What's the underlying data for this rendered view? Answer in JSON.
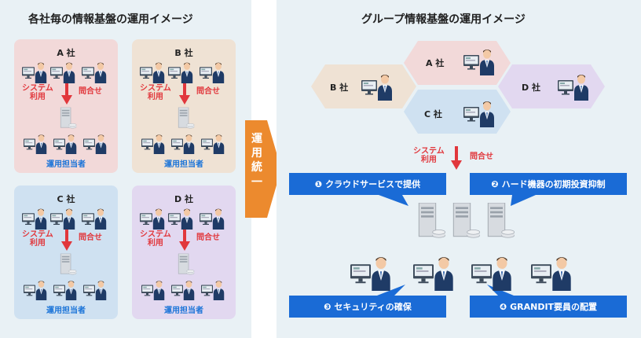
{
  "left": {
    "title": "各社毎の情報基盤の運用イメージ",
    "companies": [
      {
        "label": "A 社",
        "color": "#f2d9d9"
      },
      {
        "label": "B 社",
        "color": "#efe2d4"
      },
      {
        "label": "C 社",
        "color": "#cfe1f1"
      },
      {
        "label": "D 社",
        "color": "#e2d8f0"
      }
    ],
    "system_use_line1": "システム",
    "system_use_line2": "利用",
    "inquiry": "問合せ",
    "staff": "運用担当者"
  },
  "middle": {
    "line1": "運",
    "line2": "用",
    "line3": "統",
    "line4": "一"
  },
  "right": {
    "title": "グループ情報基盤の運用イメージ",
    "hexes": [
      {
        "label": "A 社",
        "color": "#f2d9d9"
      },
      {
        "label": "B 社",
        "color": "#efe2d4"
      },
      {
        "label": "C 社",
        "color": "#cfe1f1"
      },
      {
        "label": "D 社",
        "color": "#e2d8f0"
      }
    ],
    "system_use_line1": "システム",
    "system_use_line2": "利用",
    "inquiry": "問合せ",
    "callouts": [
      {
        "num": "❶",
        "text": "クラウドサービスで提供"
      },
      {
        "num": "❷",
        "text": "ハード機器の初期投資抑制"
      },
      {
        "num": "❸",
        "text": "セキュリティの確保"
      },
      {
        "num": "❹",
        "text": "GRANDIT要員の配置"
      }
    ]
  },
  "colors": {
    "red": "#e1373c",
    "blue": "#1a6bd6",
    "orange": "#ec8a2e",
    "panel": "#e9f1f5"
  }
}
